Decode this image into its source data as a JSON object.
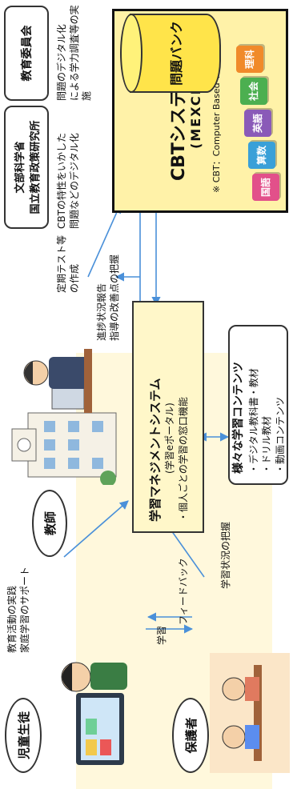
{
  "actors": {
    "student": "児童生徒",
    "guardian": "保護者",
    "teacher": "教師"
  },
  "teacher_support": [
    "教育活動の実践",
    "家庭学習のサポート"
  ],
  "flows": {
    "study": "学習",
    "feedback": "フィードバック",
    "progress": [
      "進捗状況報告",
      "指導の改善点の把握"
    ],
    "guardian_status": "学習状況の把握",
    "test_creation": [
      "定期テスト等",
      "の作成"
    ]
  },
  "lms": {
    "title": "学習マネジメントシステム",
    "subtitle": "(学習eポータル)",
    "bullet": "・個人ごとの学習の窓口機能"
  },
  "contents": {
    "title": "様々な学習コンテンツ",
    "items": [
      "・デジタル教科書・教材",
      "・ドリル教材",
      "・動画コンテンツ"
    ]
  },
  "mext": {
    "line1": "文部科学省",
    "line2": "国立教育政策研究所",
    "caption": [
      "CBTの特性をいかした",
      "問題などのデジタル化"
    ]
  },
  "board": {
    "title": "教育委員会",
    "caption": [
      "問題のデジタル化",
      "による学力調査等の実施"
    ]
  },
  "cbt": {
    "title": "CBTシステム",
    "subtitle": "(MEXCBT)",
    "note": "※ CBT：Computer Based Testing"
  },
  "bank": {
    "label": "問題バンク"
  },
  "books": [
    {
      "label": "国語",
      "color": "#e2508a"
    },
    {
      "label": "算数",
      "color": "#3aa0d8"
    },
    {
      "label": "英語",
      "color": "#8a5ab8"
    },
    {
      "label": "社会",
      "color": "#4caf50"
    },
    {
      "label": "理科",
      "color": "#f08a2a"
    }
  ]
}
